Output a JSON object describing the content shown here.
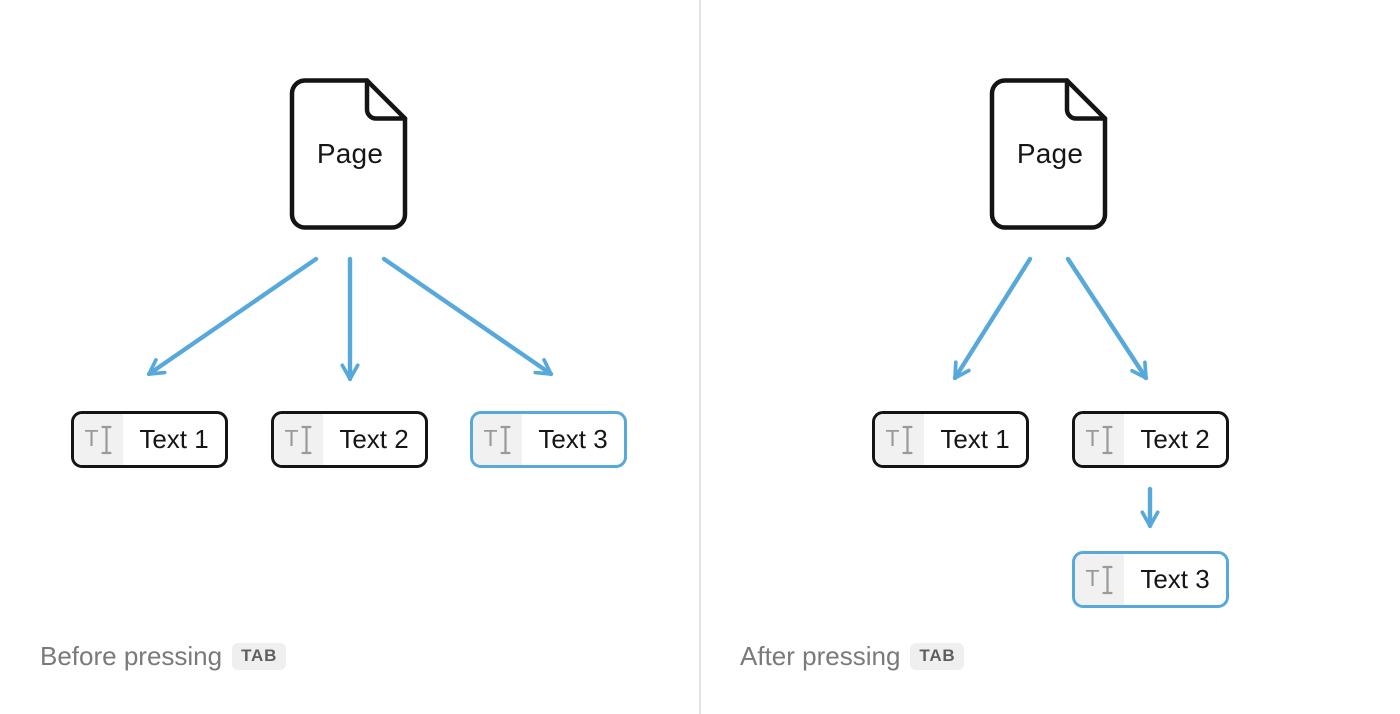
{
  "colors": {
    "accent_blue": "#57A8DB",
    "outline_black": "#141414",
    "icon_gray": "#9A9A9A",
    "icon_cell_bg": "#F1F1F1",
    "caption_gray": "#7A7A7A",
    "badge_bg": "#EFEFEF",
    "badge_text": "#5F5F5F",
    "divider": "#E2E2E2"
  },
  "icons": {
    "text_cursor_t": "T"
  },
  "left_panel": {
    "page_label": "Page",
    "blocks": [
      {
        "label": "Text 1",
        "selected": false
      },
      {
        "label": "Text 2",
        "selected": false
      },
      {
        "label": "Text 3",
        "selected": true
      }
    ],
    "caption": "Before pressing",
    "key_label": "TAB"
  },
  "right_panel": {
    "page_label": "Page",
    "blocks": [
      {
        "label": "Text 1",
        "selected": false
      },
      {
        "label": "Text 2",
        "selected": false
      },
      {
        "label": "Text 3",
        "selected": true
      }
    ],
    "caption": "After pressing",
    "key_label": "TAB"
  }
}
